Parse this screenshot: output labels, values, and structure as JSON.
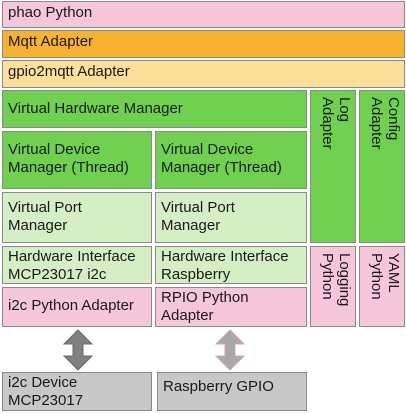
{
  "layers": {
    "phao": "phao Python",
    "mqtt": "Mqtt Adapter",
    "gpio2mqtt": "gpio2mqtt Adapter",
    "vhm": "Virtual Hardware Manager",
    "vdm_left": [
      "Virtual Device",
      "Manager (Thread)"
    ],
    "vdm_right": [
      "Virtual Device",
      "Manager (Thread)"
    ],
    "vpm_left": [
      "Virtual Port",
      "Manager"
    ],
    "vpm_right": [
      "Virtual Port",
      "Manager"
    ],
    "hwi_left": [
      "Hardware Interface",
      "MCP23017 i2c"
    ],
    "hwi_right": [
      "Hardware Interface",
      "Raspberry"
    ],
    "i2c_adapter": "i2c Python Adapter",
    "rpio_adapter": [
      "RPIO Python",
      "Adapter"
    ],
    "i2c_device": [
      "i2c Device",
      "MCP23017"
    ],
    "raspberry_gpio": "Raspberry GPIO",
    "log_adapter": [
      "Log",
      "Adapter"
    ],
    "config_adapter": [
      "Config",
      "Adapter"
    ],
    "logging_python": [
      "Logging",
      "Python"
    ],
    "yaml_python": [
      "YAML",
      "Python"
    ]
  },
  "colors": {
    "python_lib": "#f6c7da",
    "mqtt_adapter": "#f8b22d",
    "app_adapter": "#fddf9c",
    "manager": "#6fd14f",
    "port_manager": "#d5efc4",
    "hardware": "#c8c8c8",
    "arrow_dark": "#808080",
    "arrow_light": "#a8a8a8"
  }
}
